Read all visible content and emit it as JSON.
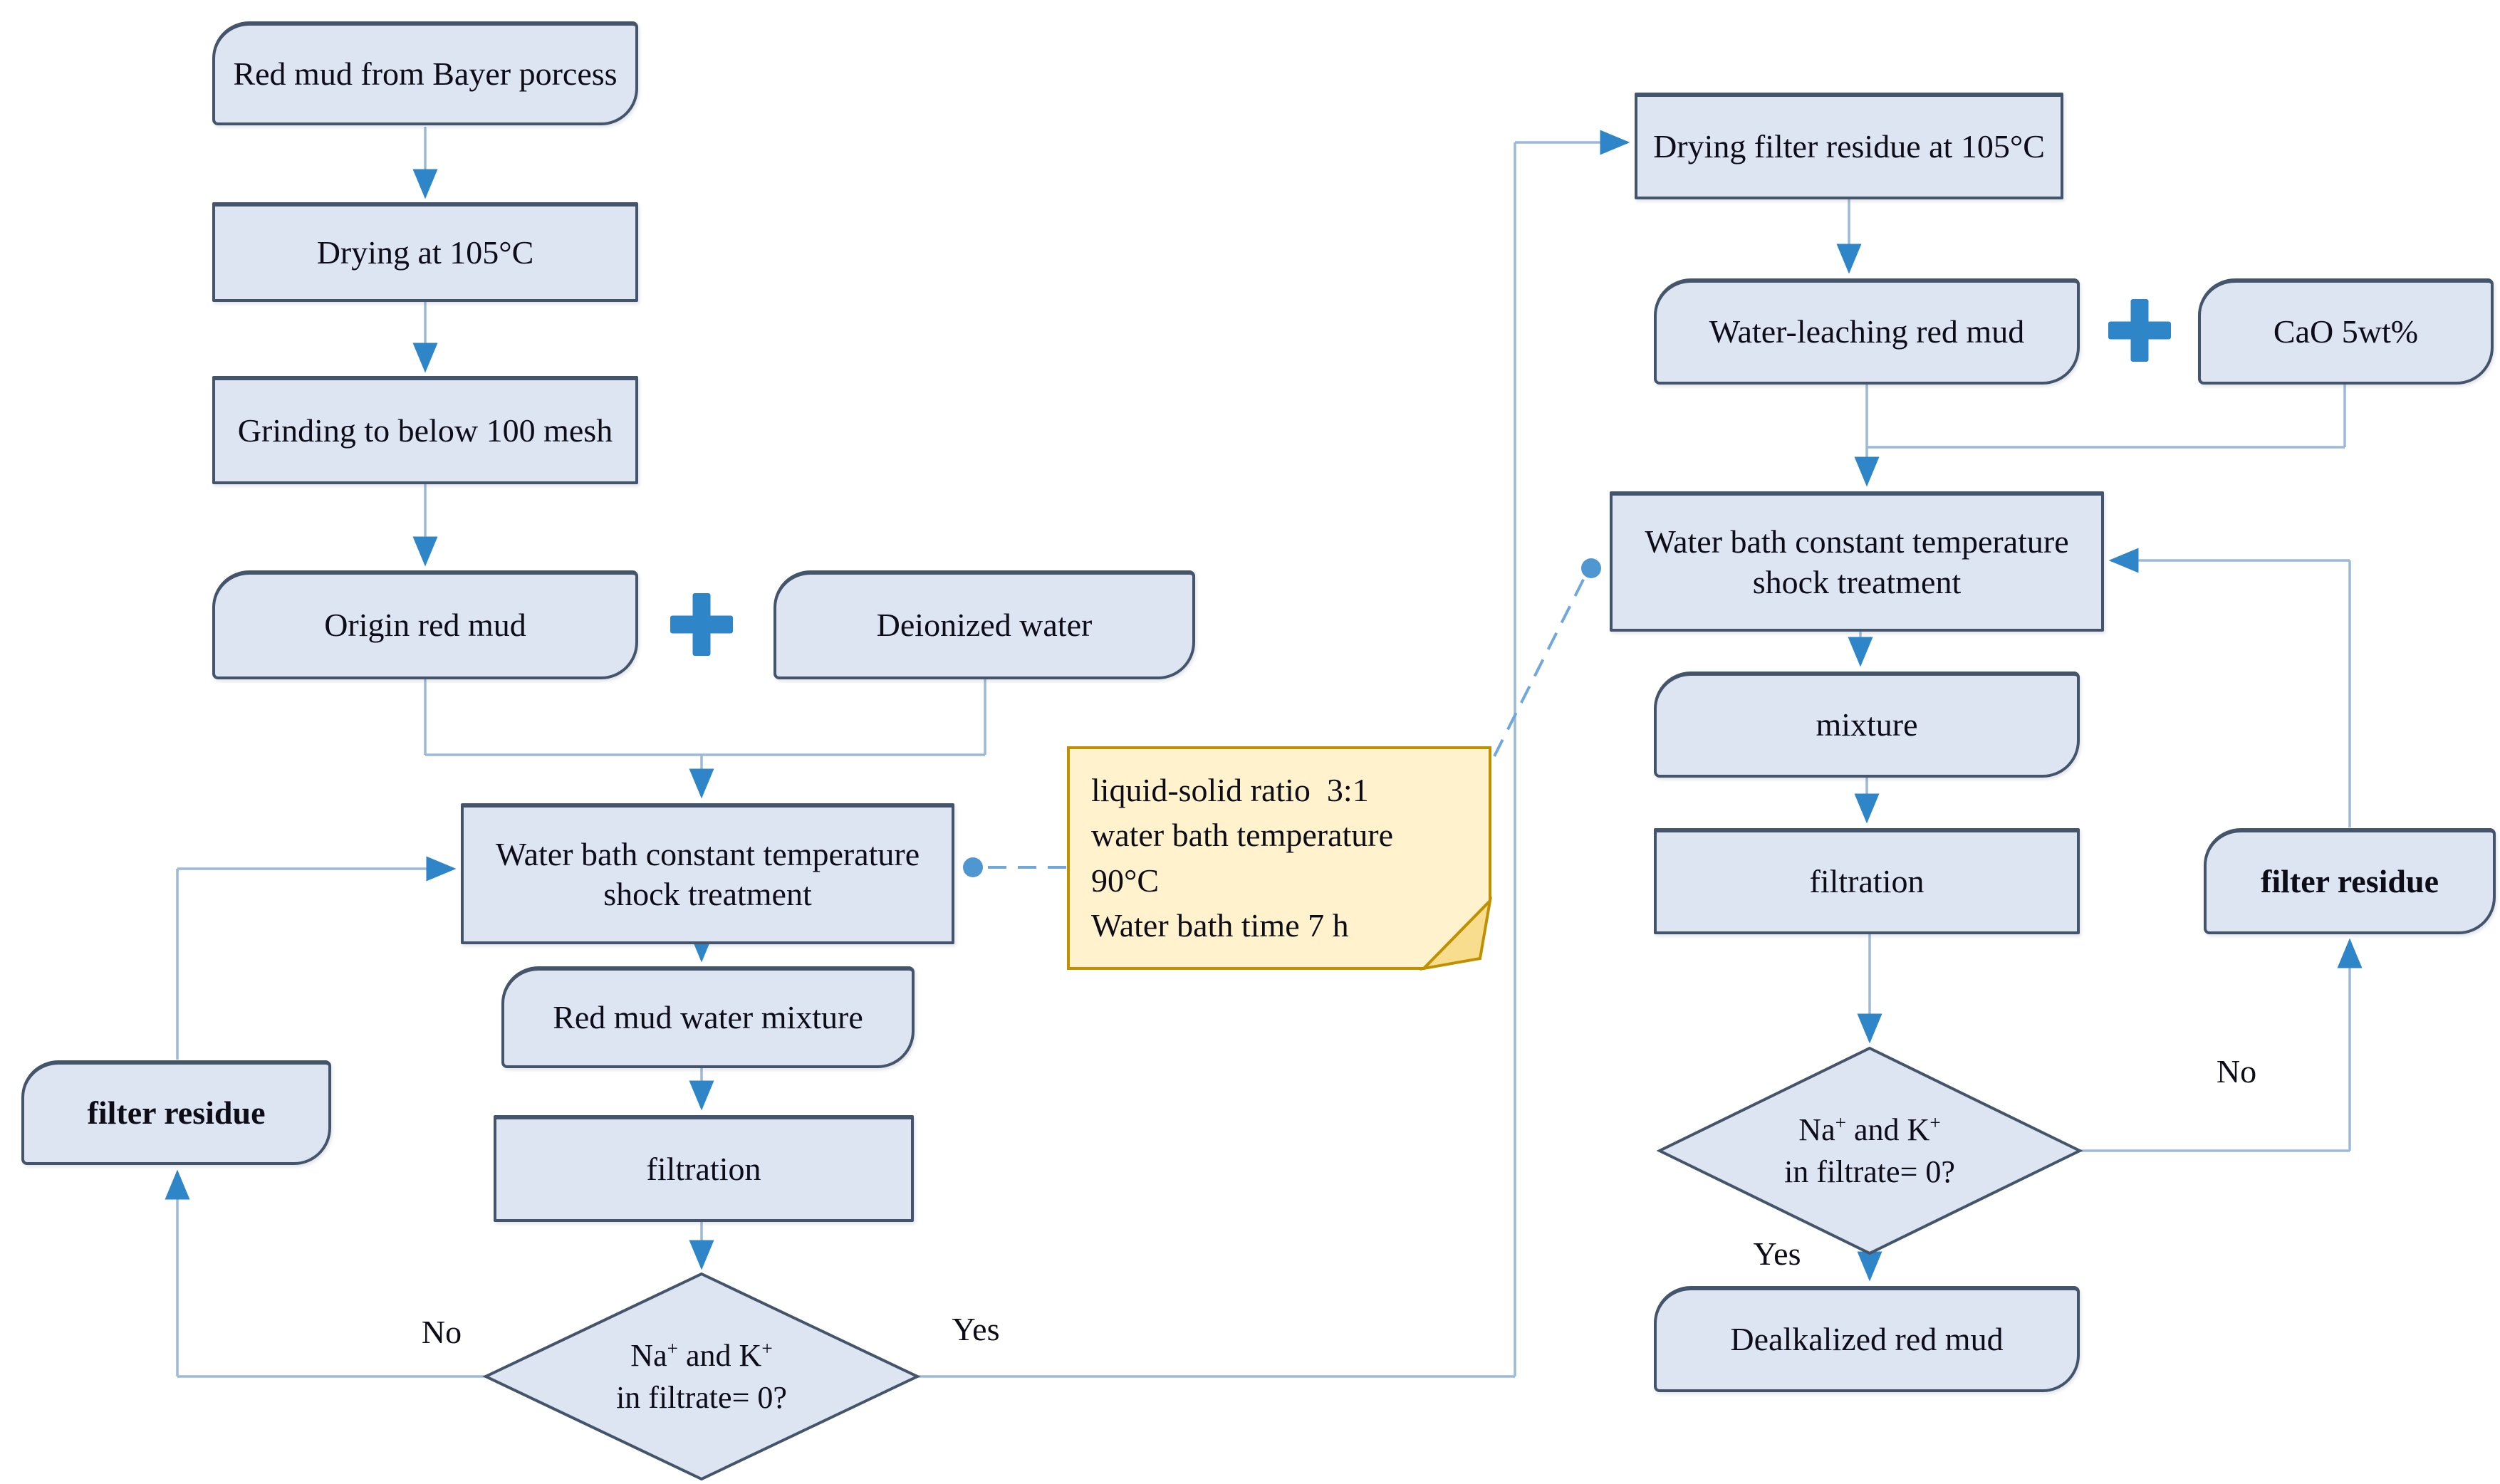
{
  "colors": {
    "box_fill": "#dde4f2",
    "box_border": "#44546a",
    "line": "#9cb9d8",
    "arrowhead": "#2e86c9",
    "plus": "#2e86c9",
    "note_fill": "#fff2cc",
    "note_border": "#bf9000",
    "note_fold": "#f7dd8d",
    "dashed_connector": "#6fa8dc"
  },
  "left": {
    "start": "Red mud from Bayer porcess",
    "drying": "Drying at 105°C",
    "grinding": "Grinding to below 100 mesh",
    "origin": "Origin red mud",
    "deionized": "Deionized water",
    "water_bath": "Water bath constant temperature shock treatment",
    "red_mud_mixture": "Red mud water mixture",
    "filtration": "filtration",
    "filter_residue": "filter residue",
    "no_label": "No",
    "yes_label": "Yes"
  },
  "right": {
    "drying_residue": "Drying filter residue at 105°C",
    "water_leaching": "Water-leaching red mud",
    "cao": "CaO 5wt%",
    "water_bath": "Water bath constant temperature shock treatment",
    "mixture": "mixture",
    "filtration": "filtration",
    "filter_residue": "filter residue",
    "no_label": "No",
    "yes_label": "Yes",
    "dealkalized": "Dealkalized red mud"
  },
  "decision": {
    "na": "Na",
    "sup": "+",
    "and_k": " and K",
    "line2": "in filtrate= 0?"
  },
  "note": {
    "lines": [
      "liquid-solid ratio  3:1",
      "water bath temperature",
      "90°C",
      "Water bath time 7 h"
    ]
  }
}
